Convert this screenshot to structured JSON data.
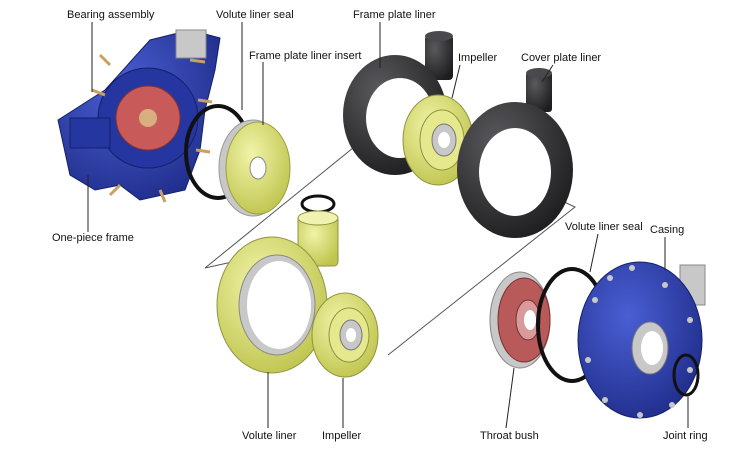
{
  "labels": {
    "bearing_assembly": "Bearing assembly",
    "volute_liner_seal_top": "Volute liner seal",
    "frame_plate_liner": "Frame plate liner",
    "frame_plate_liner_insert": "Frame plate liner insert",
    "impeller_top": "Impeller",
    "cover_plate_liner": "Cover plate liner",
    "one_piece_frame": "One-piece frame",
    "volute_liner_seal_right": "Volute liner seal",
    "casing": "Casing",
    "volute_liner": "Volute liner",
    "impeller_bottom": "Impeller",
    "throat_bush": "Throat bush",
    "joint_ring": "Joint ring"
  },
  "colors": {
    "blue_casting": "#2b3fae",
    "dark_liner": "#2e2e30",
    "yellow_part": "#dfe37a",
    "red_flange": "#c85a5a",
    "seal_black": "#111111",
    "silver": "#c8c8c8"
  }
}
